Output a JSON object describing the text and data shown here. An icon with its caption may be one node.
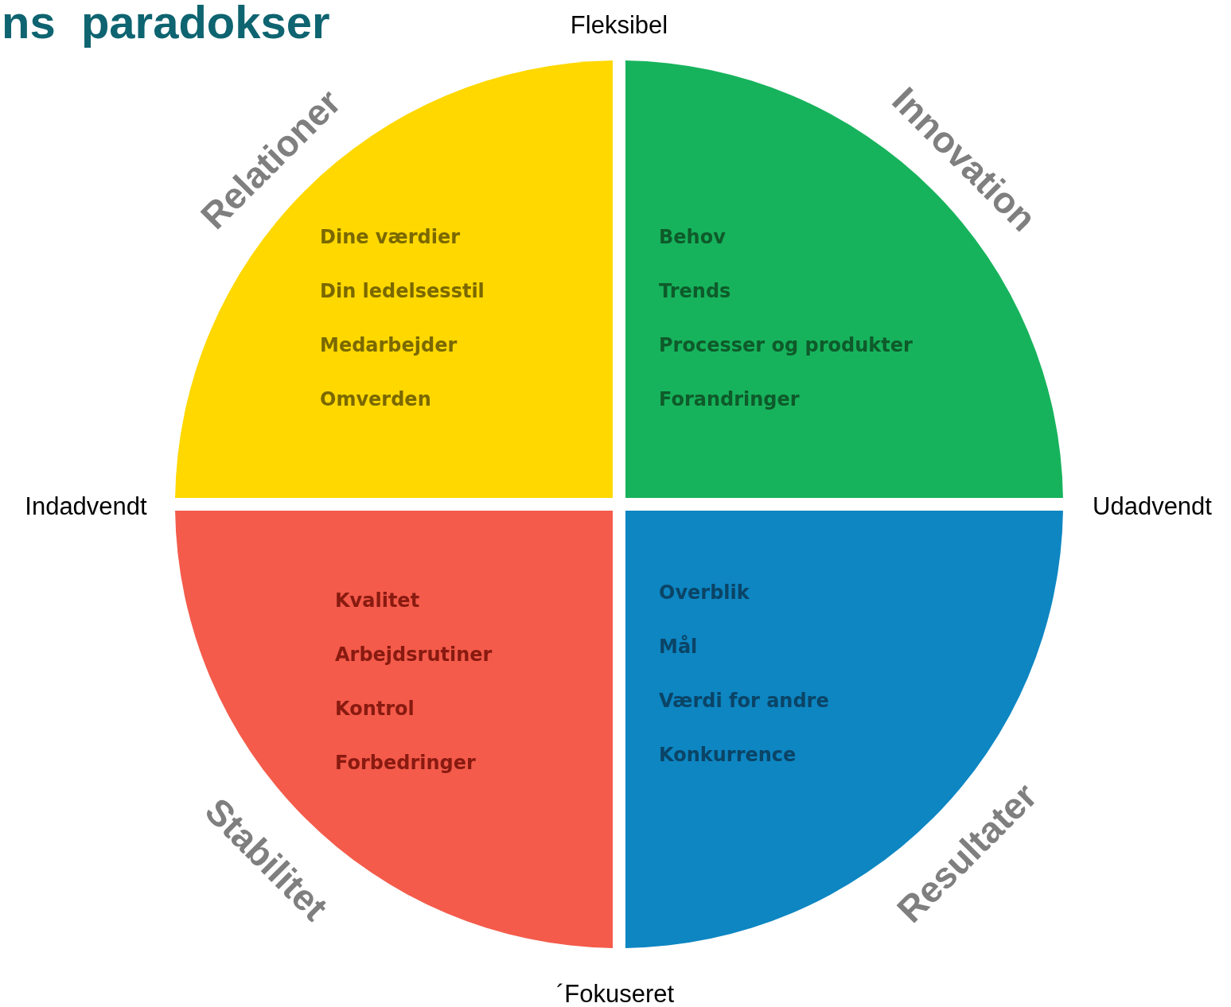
{
  "diagram": {
    "title": "ns  paradokser",
    "nodes": [
      {
        "text": [
          "Relationer",
          "Dine værdier",
          "Din ledelsesstil",
          "Medarbejder",
          "Omverden"
        ]
      },
      {
        "text": [
          "Innovation",
          "Behov",
          "Trends",
          "Processer og produkter",
          "Forandringer"
        ]
      },
      {
        "text": [
          "Stabilitet",
          "Kvalitet",
          "Arbejdsrutiner",
          "Kontrol",
          "Forbedringer"
        ]
      },
      {
        "text": [
          "Resultater",
          "Overblik",
          "Mål",
          "Værdi for andre",
          "Konkurrence"
        ]
      }
    ],
    "labels": [
      "Fleksibel",
      "Indadvendt",
      "Udadvendt",
      "´Fokuseret"
    ]
  }
}
